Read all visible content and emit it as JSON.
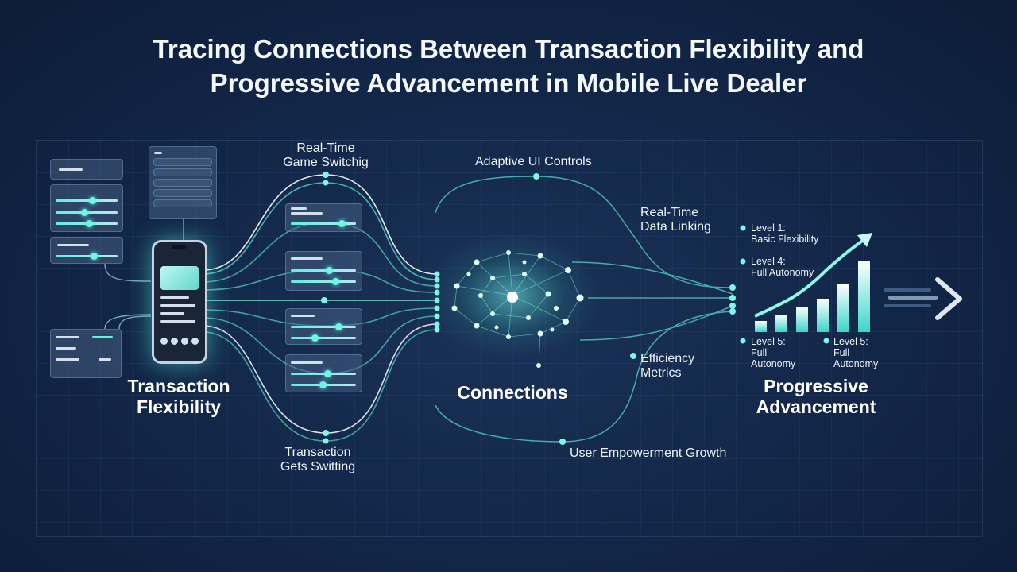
{
  "title": {
    "line1": "Tracing Connections Between Transaction Flexibility and",
    "line2": "Progressive Advancement in Mobile Live Dealer"
  },
  "sections": {
    "left": {
      "line1": "Transaction",
      "line2": "Flexibility"
    },
    "center": "Connections",
    "right": {
      "line1": "Progressive",
      "line2": "Advancement"
    }
  },
  "labels": {
    "realtime_switch": {
      "line1": "Real-Time",
      "line2": "Game Switchig"
    },
    "transaction_switch": {
      "line1": "Transaction",
      "line2": "Gets Switting"
    },
    "adaptive_ui": "Adaptive UI Controls",
    "data_linking": {
      "line1": "Real-Time",
      "line2": "Data Linking"
    },
    "efficiency": {
      "line1": "Efficiency",
      "line2": "Metrics"
    },
    "empowerment": "User Empowerment Growth"
  },
  "levels": {
    "l1": {
      "line1": "Level 1:",
      "line2": "Basic Flexibility"
    },
    "l4": {
      "line1": "Level 4:",
      "line2": "Full Autonomy"
    },
    "l5a": {
      "line1": "Level 5:",
      "line2": "Full",
      "line3": "Autonomy"
    },
    "l5b": {
      "line1": "Level 5:",
      "line2": "Full",
      "line3": "Autonomy"
    }
  },
  "colors": {
    "accent": "#5ff0de",
    "background": "#13284a",
    "text": "#eef4fa"
  }
}
